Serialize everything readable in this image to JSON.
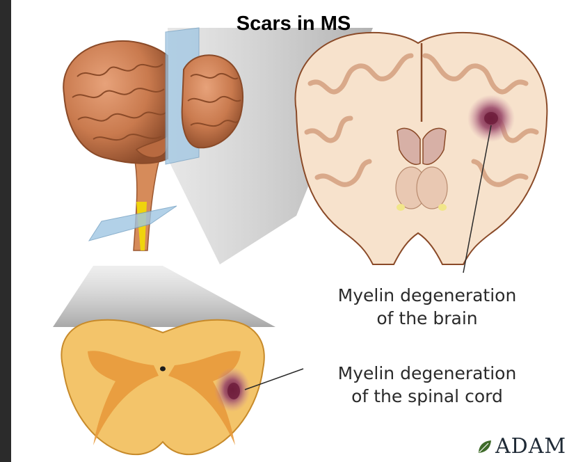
{
  "title": "Scars in MS",
  "labels": {
    "brain_line1": "Myelin degeneration",
    "brain_line2": "of the brain",
    "cord_line1": "Myelin degeneration",
    "cord_line2": "of the spinal cord"
  },
  "logo": {
    "text": "ADAM"
  },
  "colors": {
    "background_frame": "#2b2b2b",
    "brain_tissue": "#f7e2cc",
    "white_matter": "#fbefe0",
    "brain_surface": "#c97a4e",
    "lesion": "#8a2f4f",
    "spinal_cord": "#f3c46a",
    "slice_plane": "#9fc6e3"
  }
}
